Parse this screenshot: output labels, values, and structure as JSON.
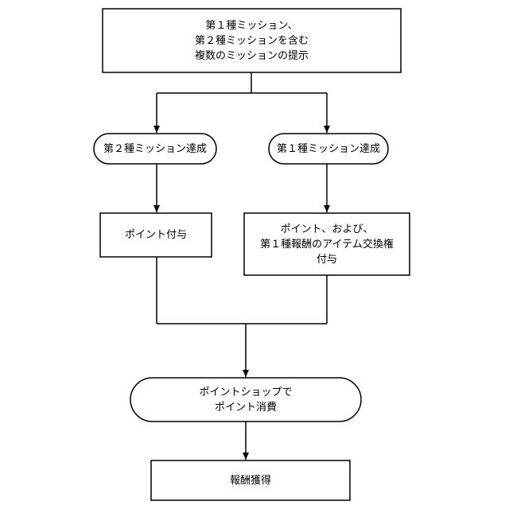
{
  "diagram": {
    "nodes": {
      "present_missions": {
        "lines": [
          "第１種ミッション、",
          "第２種ミッションを含む",
          "複数のミッションの提示"
        ],
        "shape": "rectangle"
      },
      "type2_achieved": {
        "lines": [
          "第２種ミッション達成"
        ],
        "shape": "rounded"
      },
      "type1_achieved": {
        "lines": [
          "第１種ミッション達成"
        ],
        "shape": "rounded"
      },
      "points_granted": {
        "lines": [
          "ポイント付与"
        ],
        "shape": "rectangle"
      },
      "points_and_ticket_granted": {
        "lines": [
          "ポイント、および、",
          "第１種報酬のアイテム交換権",
          "付与"
        ],
        "shape": "rectangle"
      },
      "spend_points": {
        "lines": [
          "ポイントショップで",
          "ポイント消費"
        ],
        "shape": "rounded"
      },
      "reward_obtained": {
        "lines": [
          "報酬獲得"
        ],
        "shape": "rectangle"
      }
    },
    "edges": [
      [
        "present_missions",
        "type2_achieved"
      ],
      [
        "present_missions",
        "type1_achieved"
      ],
      [
        "type2_achieved",
        "points_granted"
      ],
      [
        "type1_achieved",
        "points_and_ticket_granted"
      ],
      [
        "points_granted",
        "spend_points"
      ],
      [
        "points_and_ticket_granted",
        "spend_points"
      ],
      [
        "spend_points",
        "reward_obtained"
      ]
    ],
    "colors": {
      "stroke": "#000000",
      "fill": "#ffffff",
      "text": "#000000"
    }
  }
}
